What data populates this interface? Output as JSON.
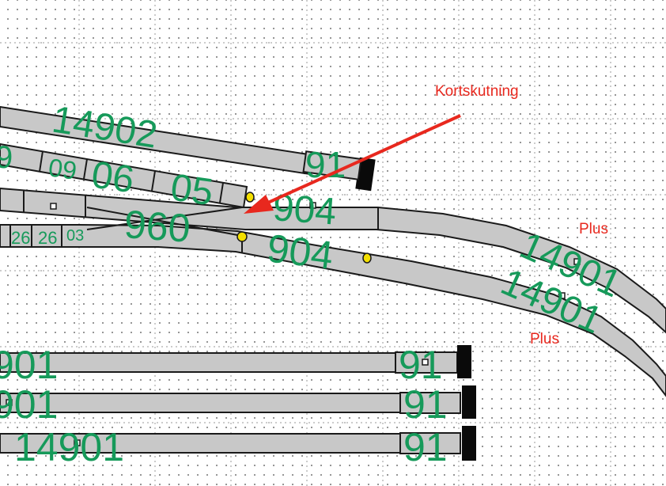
{
  "annotations": {
    "short_circuit": "Kortskutning",
    "plus_upper": "Plus",
    "plus_lower": "Plus"
  },
  "track_labels": {
    "t14902": "14902",
    "t9": "9",
    "t91_top": "91",
    "t09": "09",
    "t06": "06",
    "t05": "05",
    "t904_a": "904",
    "t960": "960",
    "t904_b": "904",
    "t26_a": "26",
    "t26_b": "26",
    "t03": "03",
    "t14901_a": "14901",
    "t14901_b": "14901",
    "t901_a": "901",
    "t91_a": "91",
    "t901_b": "901",
    "t91_b": "91",
    "t14901_c": "14901",
    "t91_c": "91"
  },
  "colors": {
    "track_fill": "#c8c8c8",
    "track_outline": "#1a1a1a",
    "label_green": "#169a5a",
    "annotation_red": "#e8281e",
    "feeder_yellow": "#f4e000"
  }
}
